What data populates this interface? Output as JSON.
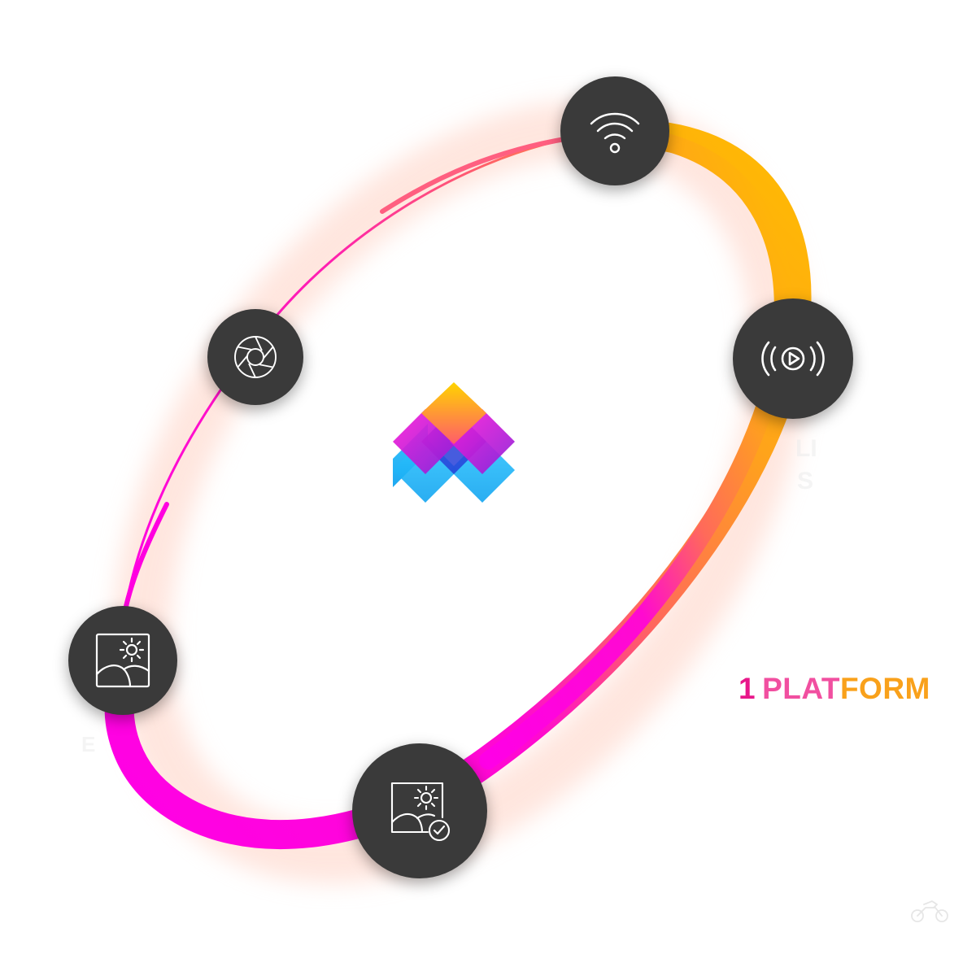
{
  "headline": {
    "number": "1",
    "word_part_1": "PLAT",
    "word_part_2": "FORM",
    "colors": {
      "number": "#e8178a",
      "part_1": "#f14fa0",
      "part_2": "#f9a11b"
    }
  },
  "ring": {
    "gradient_start": "#ff00e0",
    "gradient_mid": "#ff6a5a",
    "gradient_end": "#ffb000",
    "glow_color": "#ffc9b8"
  },
  "nodes": [
    {
      "name": "wifi-node",
      "icon": "wifi-icon"
    },
    {
      "name": "stream-node",
      "icon": "broadcast-play-icon"
    },
    {
      "name": "aperture-node",
      "icon": "camera-aperture-icon"
    },
    {
      "name": "image-node",
      "icon": "landscape-image-icon"
    },
    {
      "name": "image-check-node",
      "icon": "image-approved-icon"
    }
  ],
  "node_color": "#3a3a3a",
  "faint_labels": {
    "right_line_1": "LI",
    "right_line_2": "S",
    "left_label": "E"
  },
  "logo": {
    "name": "layered-diamond-logo",
    "colors": [
      "#ffd000",
      "#ff6a3a",
      "#c800d8",
      "#1fb6ff",
      "#2a4bd8"
    ]
  },
  "watermark_icon": "motorcycle-icon"
}
